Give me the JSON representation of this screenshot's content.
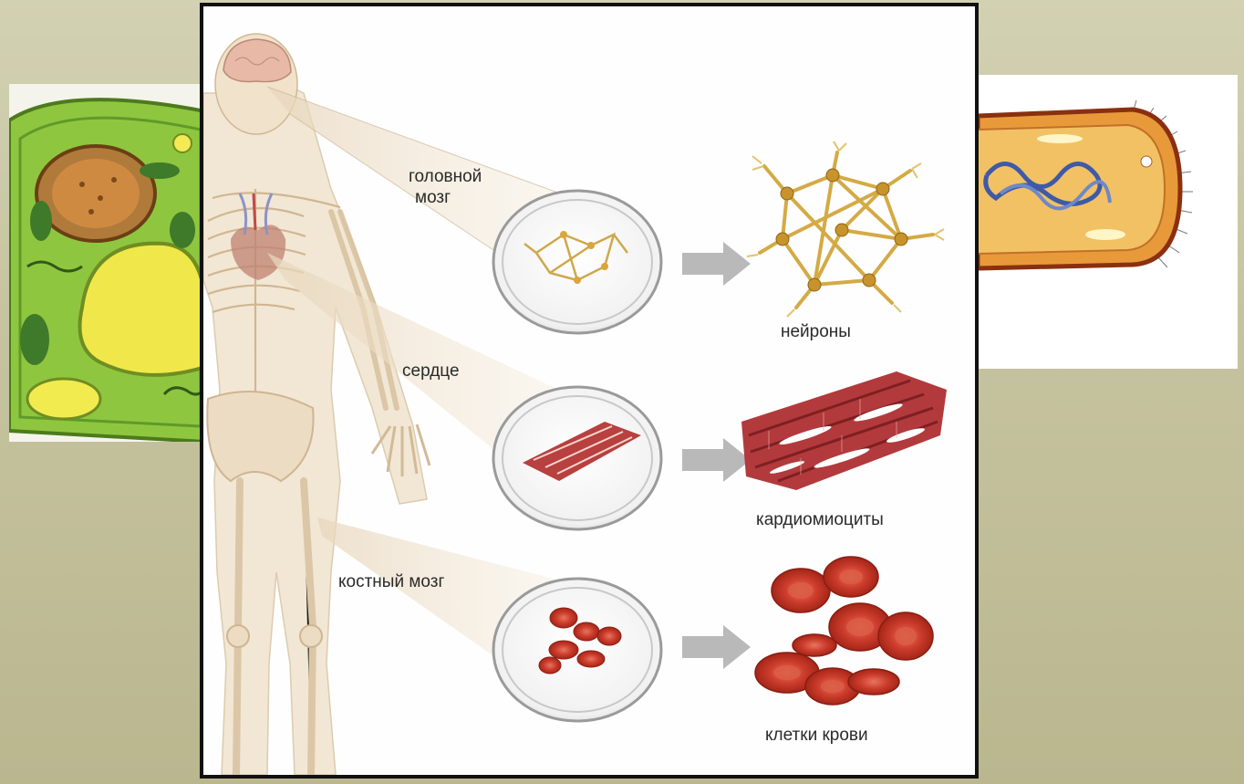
{
  "organs": [
    {
      "label_line1": "головной",
      "label_line2": "мозг"
    },
    {
      "label": "сердце"
    },
    {
      "label": "костный мозг"
    }
  ],
  "cell_types": [
    {
      "label": "нейроны"
    },
    {
      "label": "кардиомиоциты"
    },
    {
      "label": "клетки крови"
    }
  ],
  "colors": {
    "background": "#c9c7a4",
    "panel_border": "#111111",
    "neuron": "#d9b24a",
    "muscle": "#b5403f",
    "blood": "#c9352a",
    "arrow": "#b8b8b8",
    "plant_cell": "#86c23c"
  }
}
